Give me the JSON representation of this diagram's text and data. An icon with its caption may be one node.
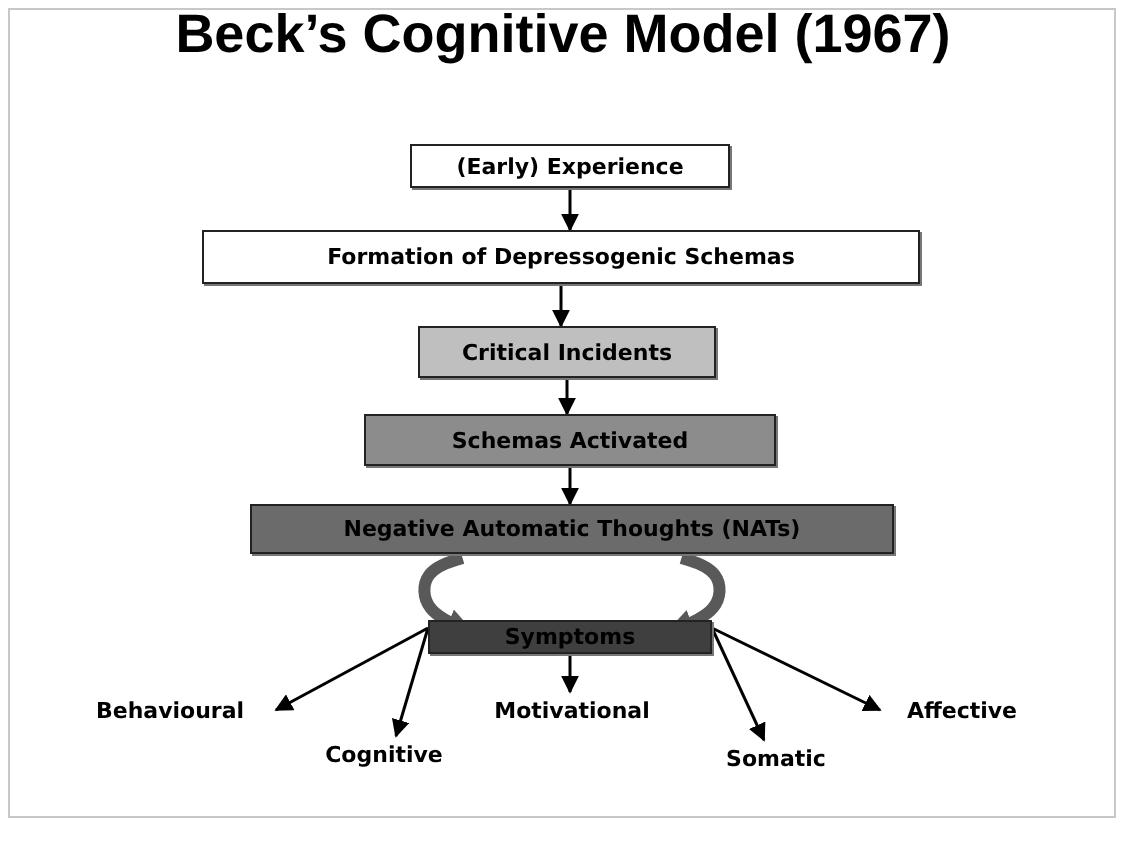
{
  "diagram": {
    "title": "Beck’s Cognitive Model (1967)",
    "nodes": [
      {
        "text": [
          "(Early) Experience"
        ]
      },
      {
        "text": [
          "Formation of Depressogenic Schemas"
        ]
      },
      {
        "text": [
          "Critical Incidents"
        ]
      },
      {
        "text": [
          "Schemas Activated"
        ]
      },
      {
        "text": [
          "Negative Automatic Thoughts (NATs)"
        ]
      },
      {
        "text": [
          "Symptoms"
        ]
      },
      {
        "text": [
          "Behavioural"
        ]
      },
      {
        "text": [
          "Cognitive"
        ]
      },
      {
        "text": [
          "Motivational"
        ]
      },
      {
        "text": [
          "Somatic"
        ]
      },
      {
        "text": [
          "Affective"
        ]
      }
    ],
    "edges": [
      {
        "from": 0,
        "to": 1,
        "arrow": "to"
      },
      {
        "from": 1,
        "to": 2,
        "arrow": "to"
      },
      {
        "from": 2,
        "to": 3,
        "arrow": "to"
      },
      {
        "from": 3,
        "to": 4,
        "arrow": "to"
      },
      {
        "from": 4,
        "to": 5,
        "arrow": "to",
        "style": "thick",
        "color": "#595959"
      },
      {
        "from": 4,
        "to": 5,
        "arrow": "to",
        "style": "thick",
        "color": "#595959"
      },
      {
        "from": 5,
        "to": 6,
        "arrow": "to"
      },
      {
        "from": 5,
        "to": 7,
        "arrow": "to"
      },
      {
        "from": 5,
        "to": 8,
        "arrow": "to"
      },
      {
        "from": 5,
        "to": 9,
        "arrow": "to"
      },
      {
        "from": 5,
        "to": 10,
        "arrow": "to"
      }
    ]
  }
}
